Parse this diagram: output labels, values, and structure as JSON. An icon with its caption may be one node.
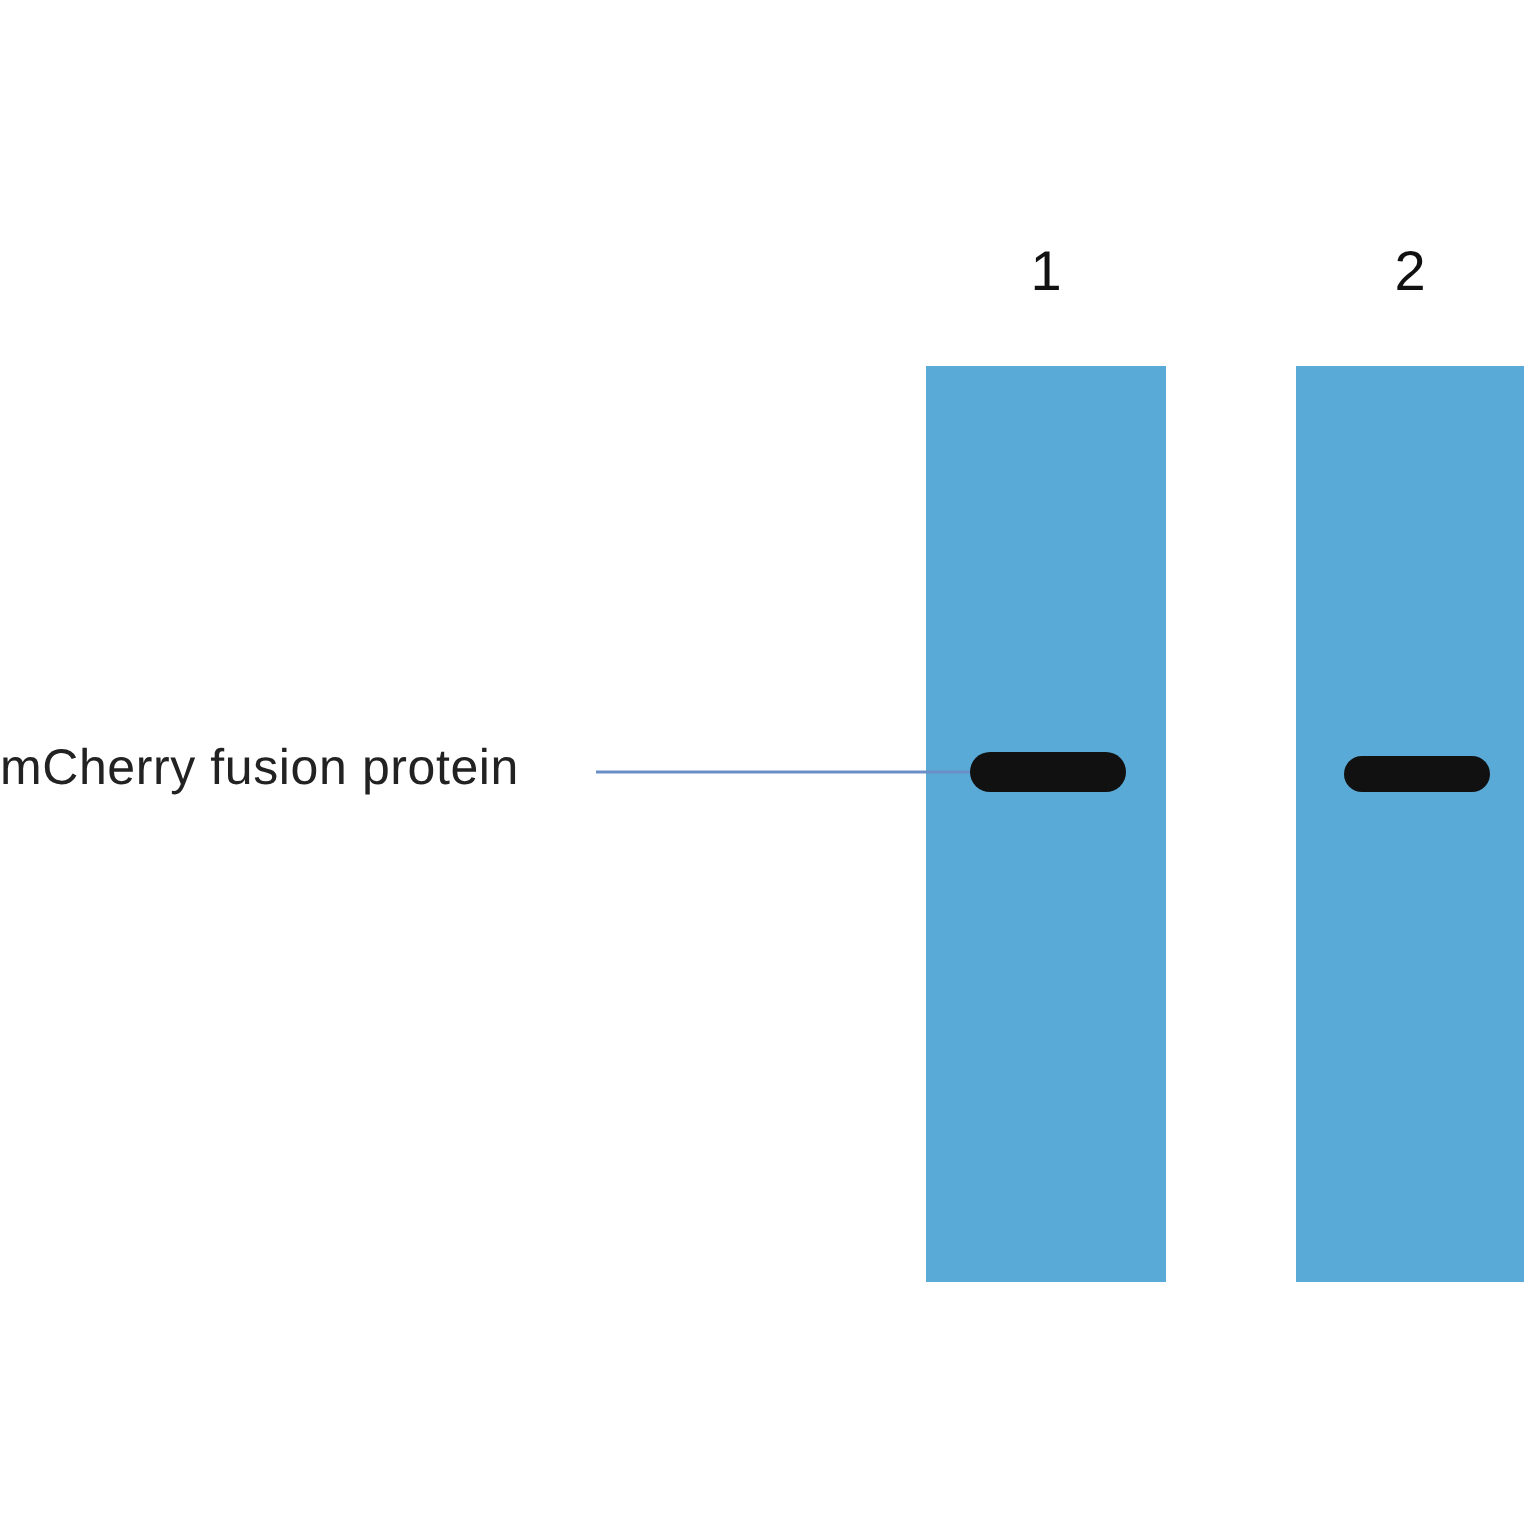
{
  "diagram": {
    "nodes": [
      {
        "text": [
          "mCherry fusion protein"
        ]
      },
      {
        "text": [
          "1"
        ]
      },
      {
        "text": [],
        "shape": "bar",
        "in": 1
      },
      {
        "text": [
          "2"
        ]
      },
      {
        "text": [],
        "shape": "bar",
        "in": 3
      }
    ],
    "edges": [
      {
        "from": 0,
        "to": 2,
        "arrow": "none"
      }
    ]
  }
}
